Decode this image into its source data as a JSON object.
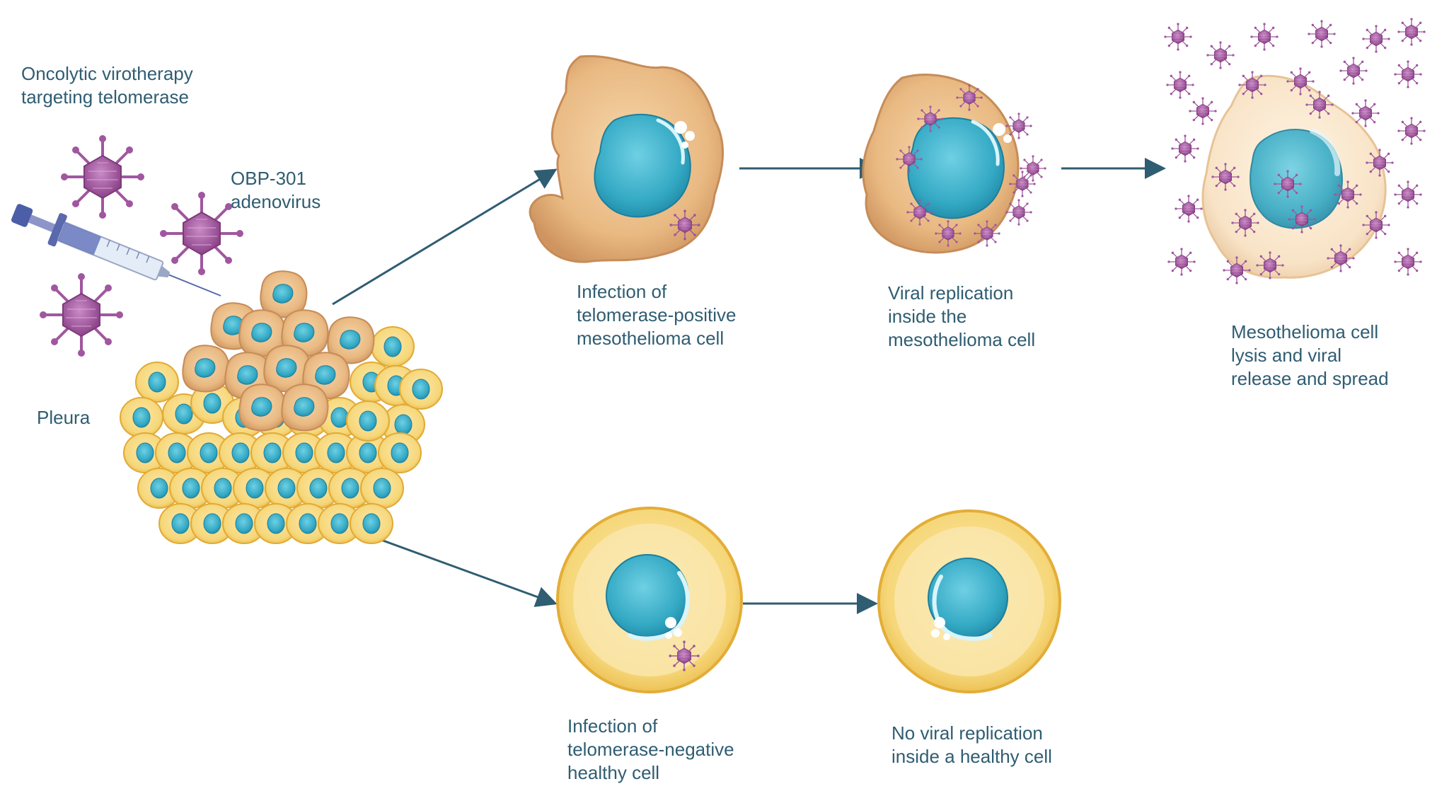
{
  "labels": {
    "title_line1": "Oncolytic virotherapy",
    "title_line2": "targeting telomerase",
    "virus_line1": "OBP-301",
    "virus_line2": "adenovirus",
    "pleura": "Pleura",
    "infection_pos_line1": "Infection of",
    "infection_pos_line2": "telomerase-positive",
    "infection_pos_line3": "mesothelioma cell",
    "replication_line1": "Viral replication",
    "replication_line2": "inside the",
    "replication_line3": "mesothelioma cell",
    "lysis_line1": "Mesothelioma cell",
    "lysis_line2": "lysis and viral",
    "lysis_line3": "release and spread",
    "infection_neg_line1": "Infection of",
    "infection_neg_line2": "telomerase-negative",
    "infection_neg_line3": "healthy cell",
    "no_replication_line1": "No viral replication",
    "no_replication_line2": "inside a healthy cell"
  },
  "colors": {
    "text": "#2f5d72",
    "arrow": "#2f5d72",
    "virus": "#a0579f",
    "nucleus": "#3ab0c9",
    "cancer_cell": "#e6b27c",
    "healthy_cell": "#f2c85a"
  },
  "icons": [
    "virus-icon",
    "syringe-icon",
    "cancer-cell-icon",
    "healthy-cell-icon",
    "arrow-icon"
  ]
}
